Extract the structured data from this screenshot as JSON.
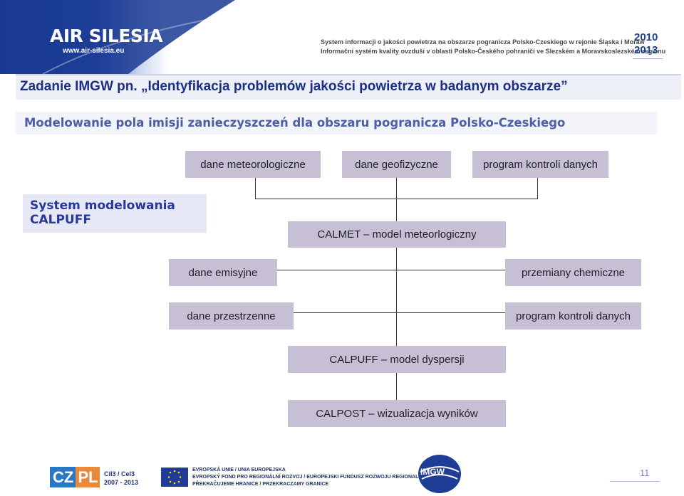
{
  "header": {
    "logo_text": "AIR SILESIA",
    "logo_url": "www.air-silesia.eu",
    "line1": "System informacji o jakości powietrza na obszarze pogranicza Polsko-Czeskiego w rejonie Śląska i Moraw",
    "line2": "Informační systém kvality ovzduší v oblasti Polsko-Českého pohraničí ve Slezském a Moravskoslezském regionu",
    "year_start": "2010",
    "year_end": "2013"
  },
  "title": "Zadanie IMGW pn. „Identyfikacja problemów jakości powietrza w badanym obszarze”",
  "subtitle": "Modelowanie pola imisji zanieczyszczeń dla obszaru pogranicza Polsko-Czeskiego",
  "system_label_line1": "System modelowania",
  "system_label_line2": "CALPUFF",
  "diagram": {
    "input_met": "dane meteorologiczne",
    "input_geo": "dane geofizyczne",
    "input_qc": "program kontroli danych",
    "calmet": "CALMET – model meteorlogiczny",
    "emission": "dane emisyjne",
    "chemistry": "przemiany chemiczne",
    "spatial": "dane przestrzenne",
    "qc2": "program kontroli danych",
    "calpuff": "CALPUFF – model dyspersji",
    "calpost": "CALPOST – wizualizacja wyników"
  },
  "footer": {
    "logo_czpl": "CZ PL",
    "cil": "Cíl3 / Cel3",
    "cil_years": "2007 - 2013",
    "eu_line1": "EVROPSKÁ UNIE / UNIA EUROPEJSKA",
    "eu_line2": "EVROPSKÝ FOND PRO REGIONÁLNÍ ROZVOJ / EUROPEJSKI FUNDUSZ ROZWOJU REGIONALNEGO",
    "eu_line3": "PŘEKRAČUJEME HRANICE / PRZEKRACZAMY GRANICE",
    "imgw": "IMGW",
    "page_number": "11"
  },
  "colors": {
    "title": "#1c2f86",
    "subtitle": "#4d5fa6",
    "box_fill": "#c7bfd3",
    "banner_blue": "#1f3d96",
    "year": "#1e3f8c"
  }
}
